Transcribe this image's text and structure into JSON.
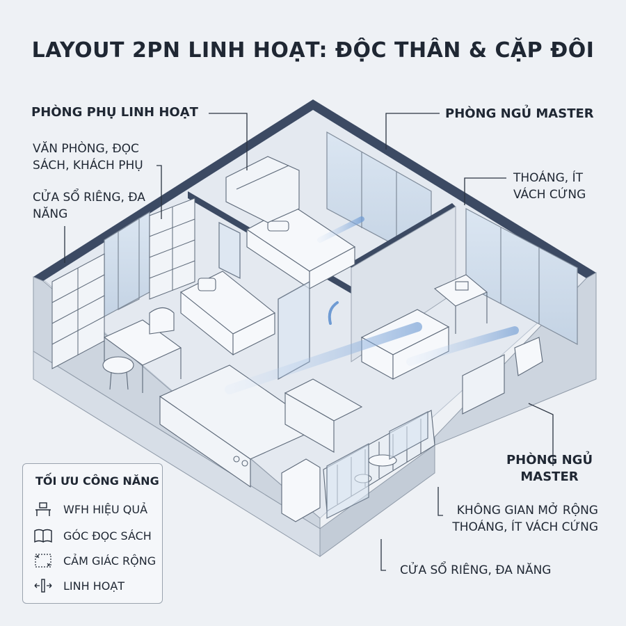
{
  "title": "LAYOUT 2PN LINH HOẠT: ĐỘC THÂN & CẶP ĐÔI",
  "callouts": {
    "flex_room": "PHÒNG PHỤ  LINH HOẠT",
    "flex_room_use": "VĂN PHÒNG, ĐỌC SÁCH, KHÁCH PHỤ",
    "flex_room_window": "CỬA SỔ RIÊNG, ĐA NĂNG",
    "master_top": "PHÒNG NGỦ MASTER",
    "master_top_note": "THOÁNG, ÍT VÁCH CỨNG",
    "master_right": "PHÒNG NGỦ MASTER",
    "open_space": "KHÔNG GIAN MỞ RỘNG THOÁNG, ÍT VÁCH CỨNG",
    "bottom_window": "CỬA SỔ RIÊNG, ĐA NĂNG"
  },
  "legend": {
    "title": "TỐI ƯU CÔNG NĂNG",
    "items": [
      {
        "label": "WFH HIỆU QUẢ",
        "icon": "desk-icon"
      },
      {
        "label": "GÓC ĐỌC SÁCH",
        "icon": "book-icon"
      },
      {
        "label": "CẢM GIÁC RỘNG",
        "icon": "expand-icon"
      },
      {
        "label": "LINH HOẠT",
        "icon": "sliding-door-icon"
      }
    ]
  },
  "colors": {
    "wall": "#3c4a63",
    "floor": "#e4e9f0",
    "line": "#2a3340",
    "airflow": "#6f9bd3"
  }
}
